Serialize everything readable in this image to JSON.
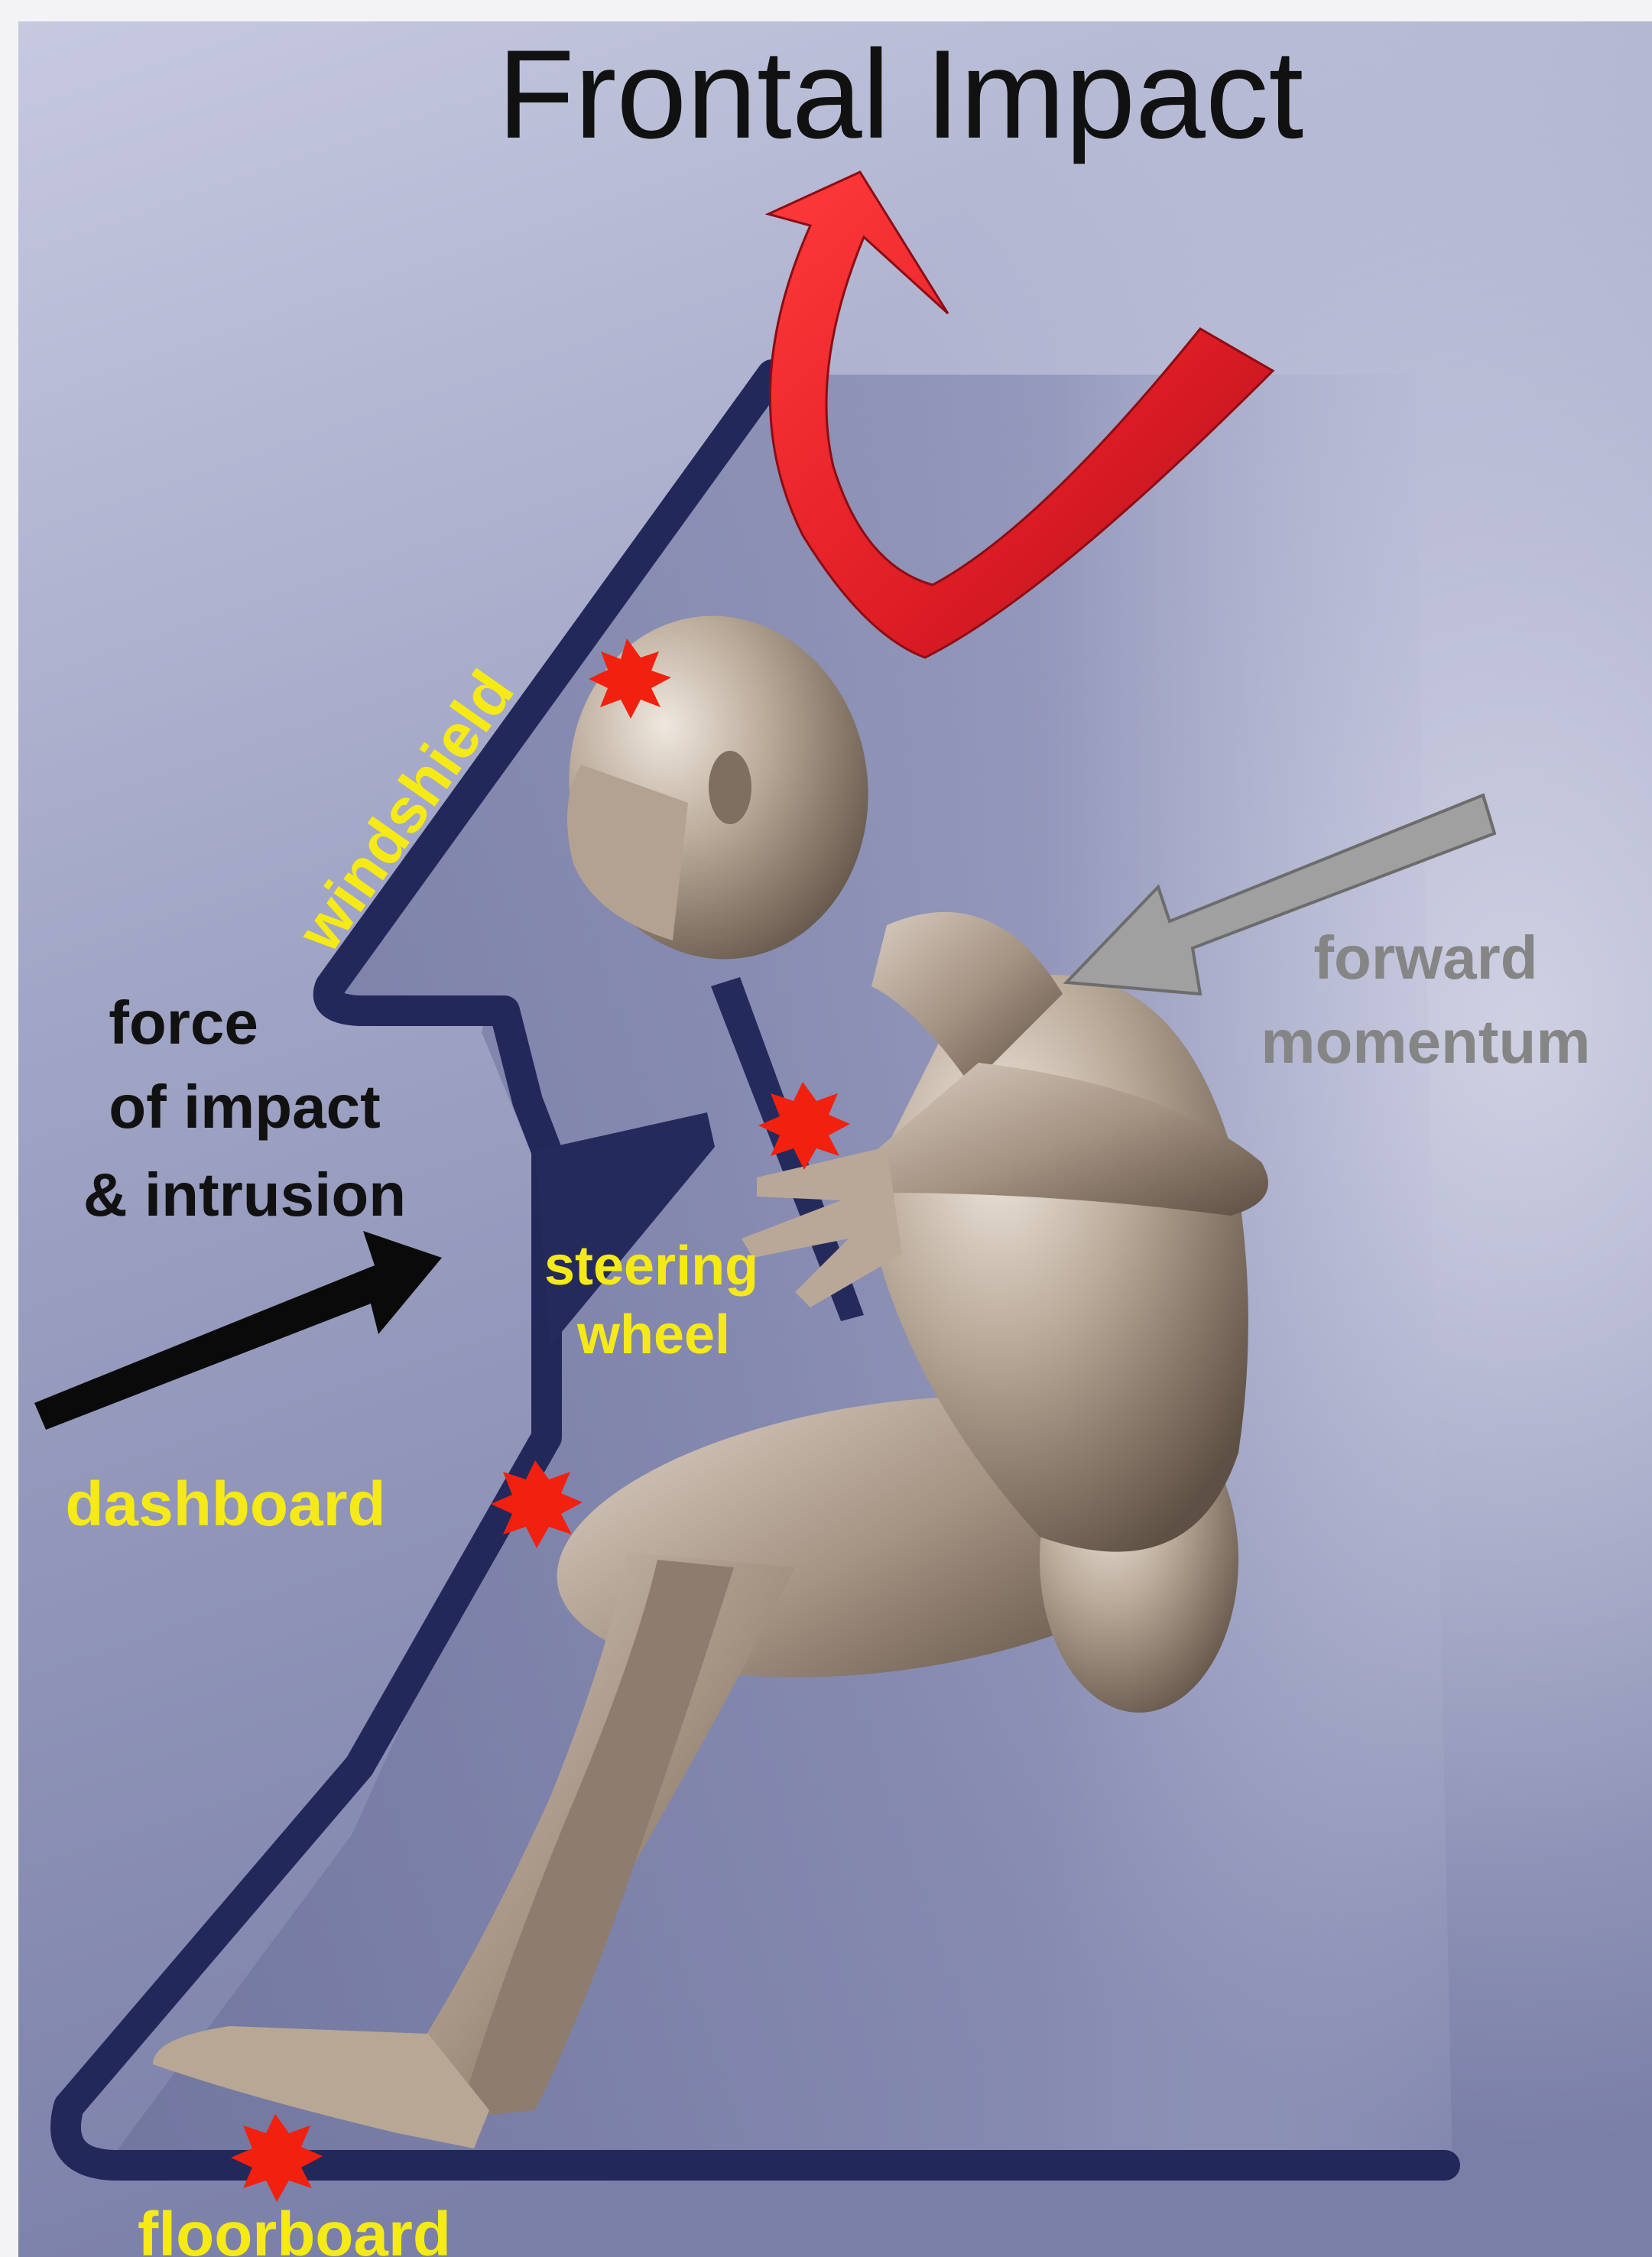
{
  "title": "Frontal Impact",
  "labels": {
    "windshield": "windshield",
    "force_line1": "force",
    "force_line2": "of impact",
    "force_line3": "& intrusion",
    "steering_line1": "steering",
    "steering_line2": "wheel",
    "dashboard": "dashboard",
    "floorboard": "floorboard",
    "momentum_line1": "forward",
    "momentum_line2": "momentum"
  },
  "colors": {
    "background_top": "#c3c6dc",
    "background_bottom": "#7c81aa",
    "vehicle_outline": "#23285a",
    "impact_arrow": "#0a0a0a",
    "rotation_arrow": "#e0222a",
    "momentum_arrow": "#9c9c9c",
    "impact_burst": "#f2200e",
    "label_yellow": "#f5ea16",
    "label_black": "#111111",
    "label_gray": "#858585",
    "figure_skin": "#a39282"
  },
  "icons": [
    "red-rotation-arrow",
    "impact-burst",
    "forward-momentum-arrow",
    "force-of-impact-arrow"
  ]
}
